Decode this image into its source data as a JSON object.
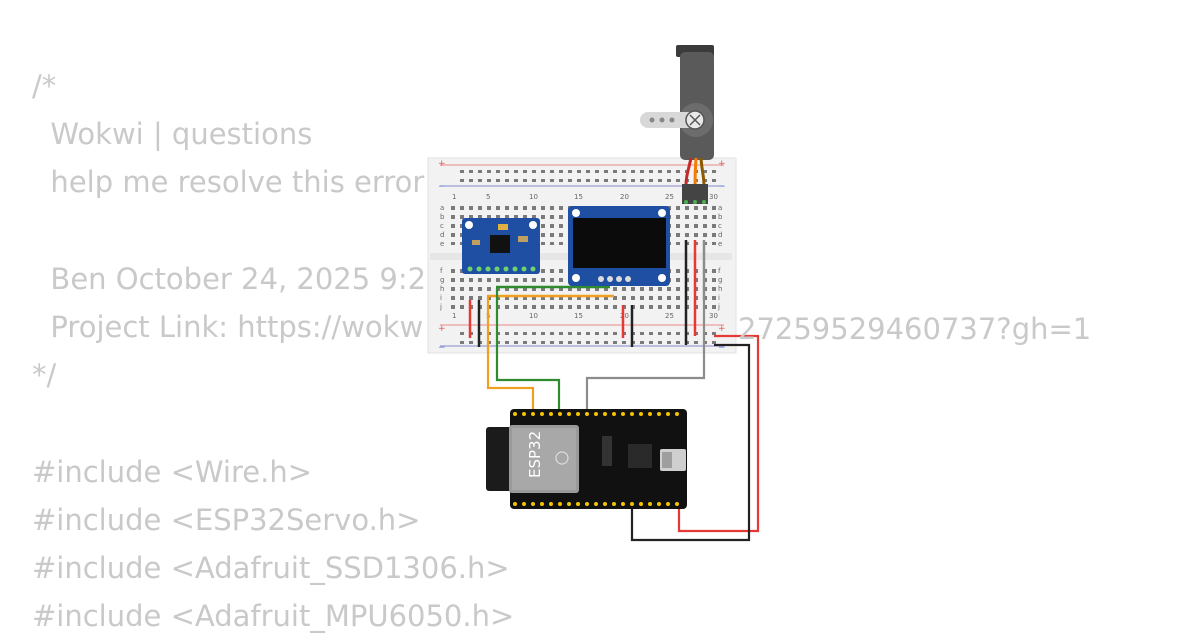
{
  "code": {
    "lines": [
      "/*",
      "  Wokwi | questions",
      "  help me resolve this error",
      "",
      "  Ben October 24, 2025 9:2",
      "  Project Link: https://wokw",
      "*/",
      "",
      "#include <Wire.h>",
      "#include <ESP32Servo.h>",
      "#include <Adafruit_SSD1306.h>",
      "#include <Adafruit_MPU6050.h>"
    ],
    "link_tail": "27259529460737?gh=1"
  },
  "breadboard": {
    "col_numbers": [
      "1",
      "5",
      "10",
      "15",
      "20",
      "25",
      "30"
    ],
    "row_letters": [
      "j",
      "i",
      "h",
      "g",
      "f",
      "e",
      "d",
      "c",
      "b",
      "a"
    ],
    "rail_plus": "+",
    "rail_minus": "−"
  },
  "esp32": {
    "label": "ESP32"
  },
  "colors": {
    "code_text": "#c9c9c9",
    "breadboard": "#f2f2f2",
    "wire_red": "#e53935",
    "wire_black": "#222222",
    "wire_green": "#2e8b2e",
    "wire_orange": "#f0a020",
    "wire_gray": "#8c8c8c",
    "module_blue": "#1f4fa3"
  }
}
